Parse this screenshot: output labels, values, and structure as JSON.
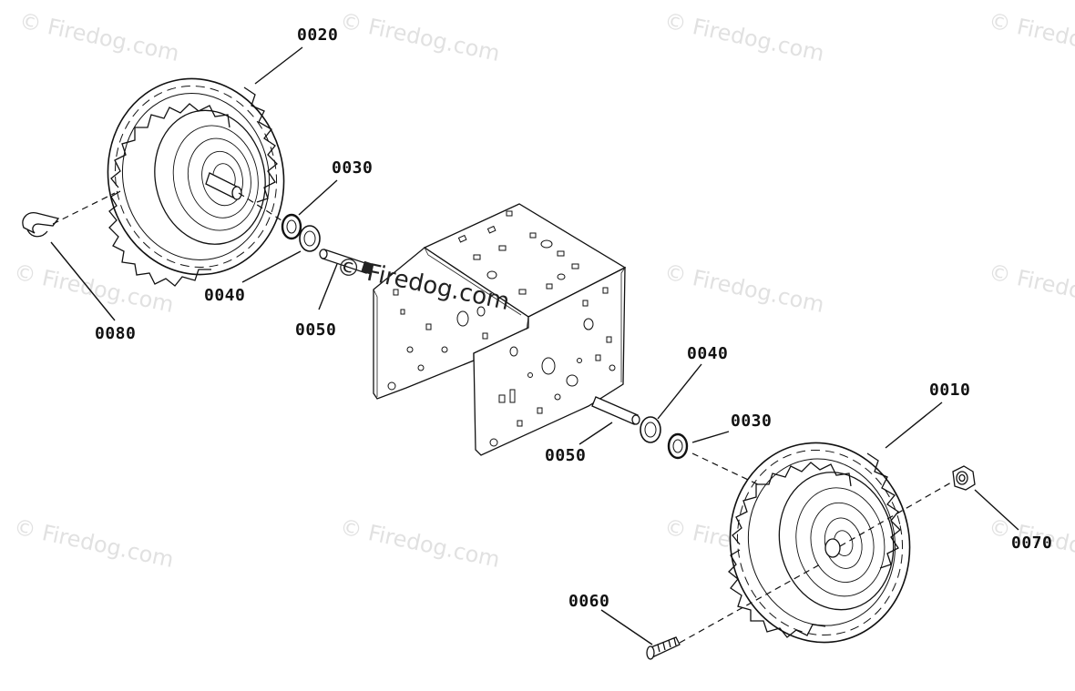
{
  "diagram": {
    "watermark_text": "© Firedog.com",
    "center_watermark_text": "© Firedog.com",
    "parts": {
      "p0010": "0010",
      "p0020": "0020",
      "p0030_upper": "0030",
      "p0030_lower": "0030",
      "p0040_upper": "0040",
      "p0040_lower": "0040",
      "p0050_upper": "0050",
      "p0050_lower": "0050",
      "p0060": "0060",
      "p0070": "0070",
      "p0080": "0080"
    }
  }
}
